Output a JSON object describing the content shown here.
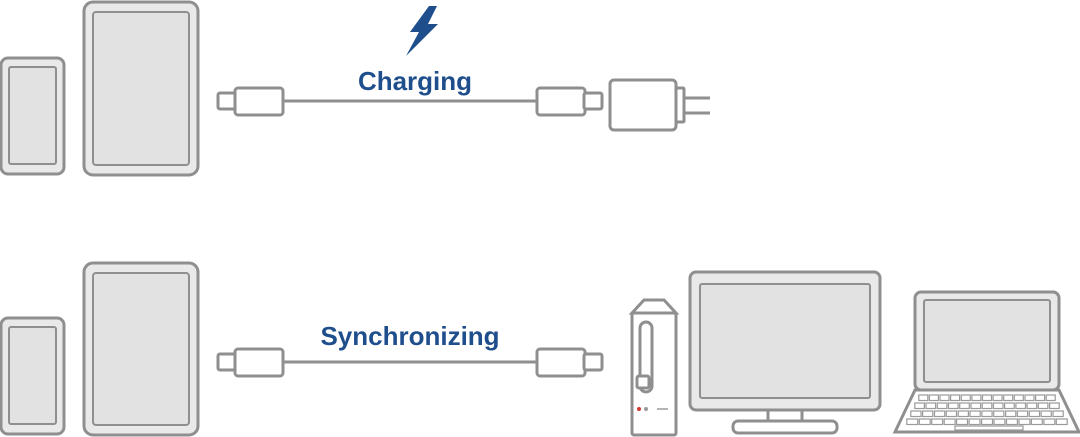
{
  "diagram": {
    "charging": {
      "label": "Charging",
      "icon": "lightning-bolt-icon",
      "target": "wall-charger"
    },
    "sync": {
      "label": "Synchronizing",
      "targets": [
        "desktop-tower",
        "desktop-monitor",
        "laptop"
      ]
    },
    "colors": {
      "label": "#1f4e8c",
      "outline": "#8f8f8f",
      "fill": "#e9e9e9",
      "screen": "#e2e2e2",
      "power_led": "#d33a2c"
    }
  }
}
